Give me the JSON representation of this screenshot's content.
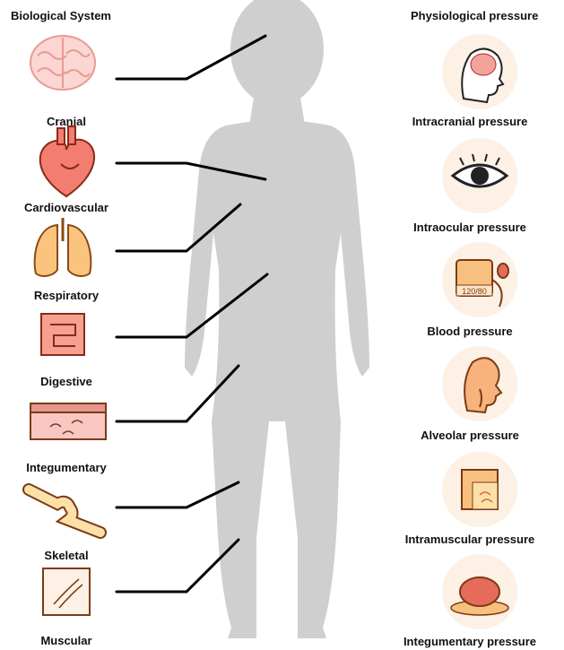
{
  "left_column": {
    "title": "Biological System",
    "items": [
      {
        "label": "Cranial",
        "icon": "brain-icon"
      },
      {
        "label": "Cardiovascular",
        "icon": "heart-icon"
      },
      {
        "label": "Respiratory",
        "icon": "lungs-icon"
      },
      {
        "label": "Digestive",
        "icon": "intestine-icon"
      },
      {
        "label": "Integumentary",
        "icon": "skin-icon"
      },
      {
        "label": "Skeletal",
        "icon": "bone-joint-icon"
      },
      {
        "label": "Muscular",
        "icon": "muscle-fiber-icon"
      }
    ]
  },
  "right_column": {
    "title": "Physiological pressure",
    "items": [
      {
        "label": "Intracranial pressure",
        "icon": "head-brain-icon"
      },
      {
        "label": "Intraocular pressure",
        "icon": "eye-icon"
      },
      {
        "label": "Blood pressure",
        "icon": "sphygmomanometer-icon",
        "reading": "120/80"
      },
      {
        "label": "Alveolar pressure",
        "icon": "head-airway-icon"
      },
      {
        "label": "Intramuscular pressure",
        "icon": "muscle-tissue-icon"
      },
      {
        "label": "Integumentary pressure",
        "icon": "skin-cell-icon"
      }
    ]
  },
  "colors": {
    "silhouette": "#cfcfcf",
    "icon_bg": "#fdf0e4",
    "outline": "#7a3b17",
    "connector": "#000000"
  }
}
